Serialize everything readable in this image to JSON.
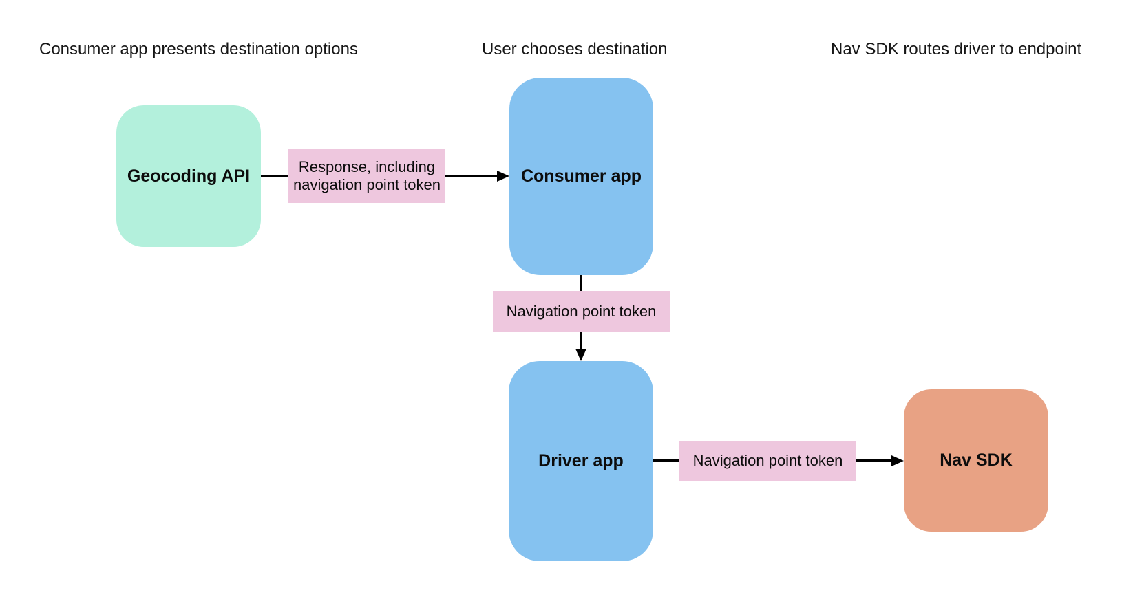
{
  "diagram": {
    "background_color": "#ffffff",
    "arrow_color": "#000000",
    "lane_headers": [
      "Consumer app presents destination options",
      "User chooses destination",
      "Nav SDK routes driver to endpoint"
    ],
    "nodes": [
      {
        "id": "geocoding-api",
        "label": "Geocoding API",
        "fill": "#b3f0dc"
      },
      {
        "id": "consumer-app",
        "label": "Consumer app",
        "fill": "#85c2f0"
      },
      {
        "id": "driver-app",
        "label": "Driver app",
        "fill": "#85c2f0"
      },
      {
        "id": "nav-sdk",
        "label": "Nav SDK",
        "fill": "#e8a284"
      }
    ],
    "edge_labels": [
      {
        "id": "response-including-token",
        "label": "Response, including navigation point token",
        "fill": "#eec7de"
      },
      {
        "id": "navigation-point-token-consumer-driver",
        "label": "Navigation point token",
        "fill": "#eec7de"
      },
      {
        "id": "navigation-point-token-driver-navsdk",
        "label": "Navigation point token",
        "fill": "#eec7de"
      }
    ],
    "edges": [
      {
        "from": "geocoding-api",
        "to": "consumer-app",
        "label": "Response, including navigation point token",
        "direction": "right"
      },
      {
        "from": "consumer-app",
        "to": "driver-app",
        "label": "Navigation point token",
        "direction": "down"
      },
      {
        "from": "driver-app",
        "to": "nav-sdk",
        "label": "Navigation point token",
        "direction": "right"
      }
    ]
  }
}
